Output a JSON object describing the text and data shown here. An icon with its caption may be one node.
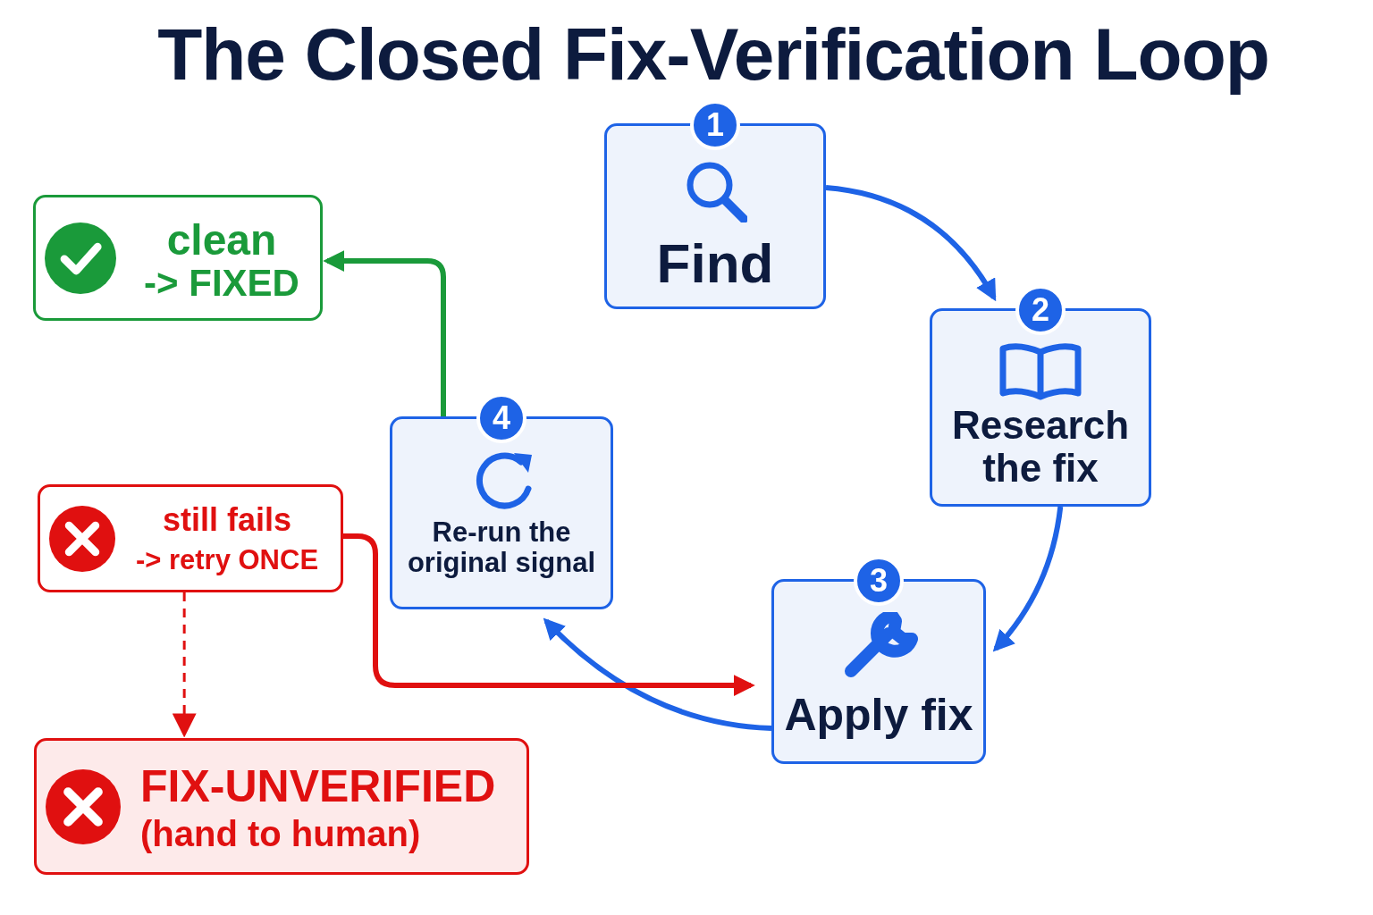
{
  "diagram": {
    "title": "The Closed Fix-Verification Loop",
    "nodes": [
      {
        "text": [
          "1",
          "Find"
        ]
      },
      {
        "text": [
          "2",
          "Research the fix"
        ]
      },
      {
        "text": [
          "3",
          "Apply fix"
        ]
      },
      {
        "text": [
          "4",
          "Re-run the original signal"
        ]
      },
      {
        "text": [
          "clean",
          "-> FIXED"
        ]
      },
      {
        "text": [
          "still fails",
          "-> retry ONCE"
        ]
      },
      {
        "text": [
          "FIX-UNVERIFIED",
          "(hand to human)"
        ]
      }
    ],
    "edges": [
      {
        "from": 0,
        "to": 1,
        "arrow": "to"
      },
      {
        "from": 1,
        "to": 2,
        "arrow": "to"
      },
      {
        "from": 2,
        "to": 3,
        "arrow": "to"
      },
      {
        "from": 3,
        "to": 4,
        "arrow": "to",
        "color": "#1a9a3a"
      },
      {
        "from": 5,
        "to": 2,
        "arrow": "to",
        "color": "#e01010"
      },
      {
        "from": 5,
        "to": 6,
        "arrow": "to",
        "style": "dashed",
        "color": "#e01010"
      }
    ]
  }
}
